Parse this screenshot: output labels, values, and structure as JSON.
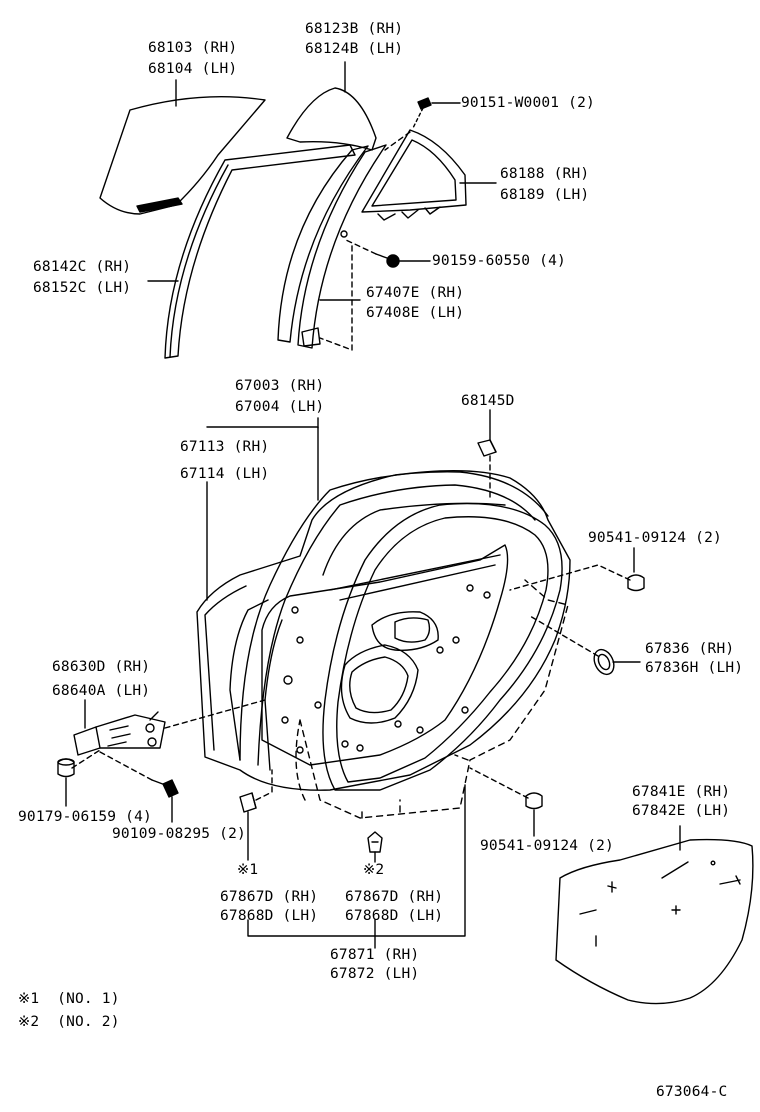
{
  "labels": {
    "glass_1": "68103 (RH)",
    "glass_2": "68104 (LH)",
    "quarter_glass_1": "68123B (RH)",
    "quarter_glass_2": "68124B (LH)",
    "screw_top": "90151-W0001 (2)",
    "vent_window_1": "68188 (RH)",
    "vent_window_2": "68189 (LH)",
    "run_channel_1": "68142C (RH)",
    "run_channel_2": "68152C (LH)",
    "bolt_mid": "90159-60550 (4)",
    "division_bar_1": "67407E (RH)",
    "division_bar_2": "67408E (LH)",
    "door_panel_1": "67003 (RH)",
    "door_panel_2": "67004 (LH)",
    "door_outer_1": "67113 (RH)",
    "door_outer_2": "67114 (LH)",
    "cushion": "68145D",
    "clip_right_top": "90541-09124 (2)",
    "grommet_1": "67836 (RH)",
    "grommet_2": "67836H (LH)",
    "hinge_1": "68630D (RH)",
    "hinge_2": "68640A (LH)",
    "bolt_hinge_a": "90179-06159 (4)",
    "bolt_hinge_b": "90109-08295 (2)",
    "clip_right_bottom": "90541-09124 (2)",
    "hole_cover_1": "67841E (RH)",
    "hole_cover_2": "67842E (LH)",
    "note_mark_1": "※1",
    "note_mark_2": "※2",
    "weatherstrip_clip_left_1": "67867D (RH)",
    "weatherstrip_clip_left_2": "67868D (LH)",
    "weatherstrip_clip_right_1": "67867D (RH)",
    "weatherstrip_clip_right_2": "67868D (LH)",
    "weatherstrip_1": "67871 (RH)",
    "weatherstrip_2": "67872 (LH)",
    "legend_1": "※1  (NO. 1)",
    "legend_2": "※2  (NO. 2)",
    "figure_code": "673064-C"
  }
}
